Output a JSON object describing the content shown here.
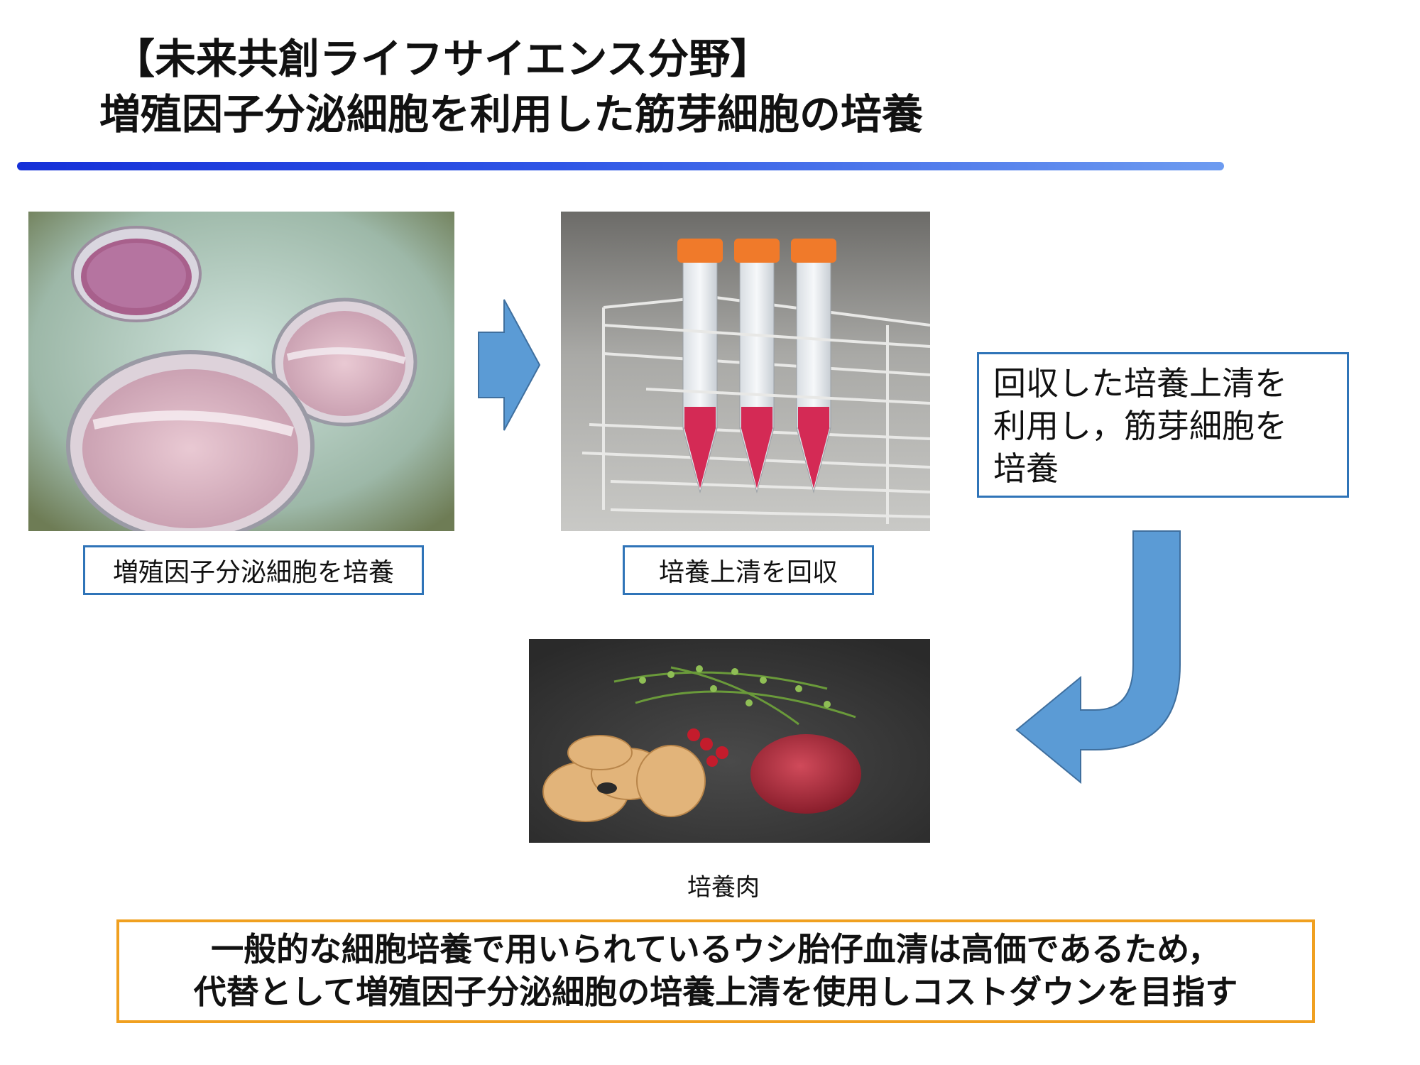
{
  "title": {
    "line1": "【未来共創ライフサイエンス分野】",
    "line2": "増殖因子分泌細胞を利用した筋芽細胞の培養"
  },
  "labels": {
    "dishes": "増殖因子分泌細胞を培養",
    "tubes": "培養上清を回収",
    "meat": "培養肉"
  },
  "note": {
    "lines": [
      "回収した培養上清を",
      "利用し，筋芽細胞を",
      "培養"
    ]
  },
  "summary": {
    "line1": "一般的な細胞培養で用いられているウシ胎仔血清は高価であるため，",
    "line2": "代替として増殖因子分泌細胞の培養上清を使用しコストダウンを目指す"
  },
  "colors": {
    "box_border": "#2f74b8",
    "summary_border": "#f0a020",
    "arrow_fill": "#5b9bd5",
    "rule_start": "#1530d8",
    "rule_end": "#6d9bf0"
  },
  "icons": {
    "arrow_right": "right-arrow-icon",
    "arrow_curved": "curved-down-left-arrow-icon"
  }
}
